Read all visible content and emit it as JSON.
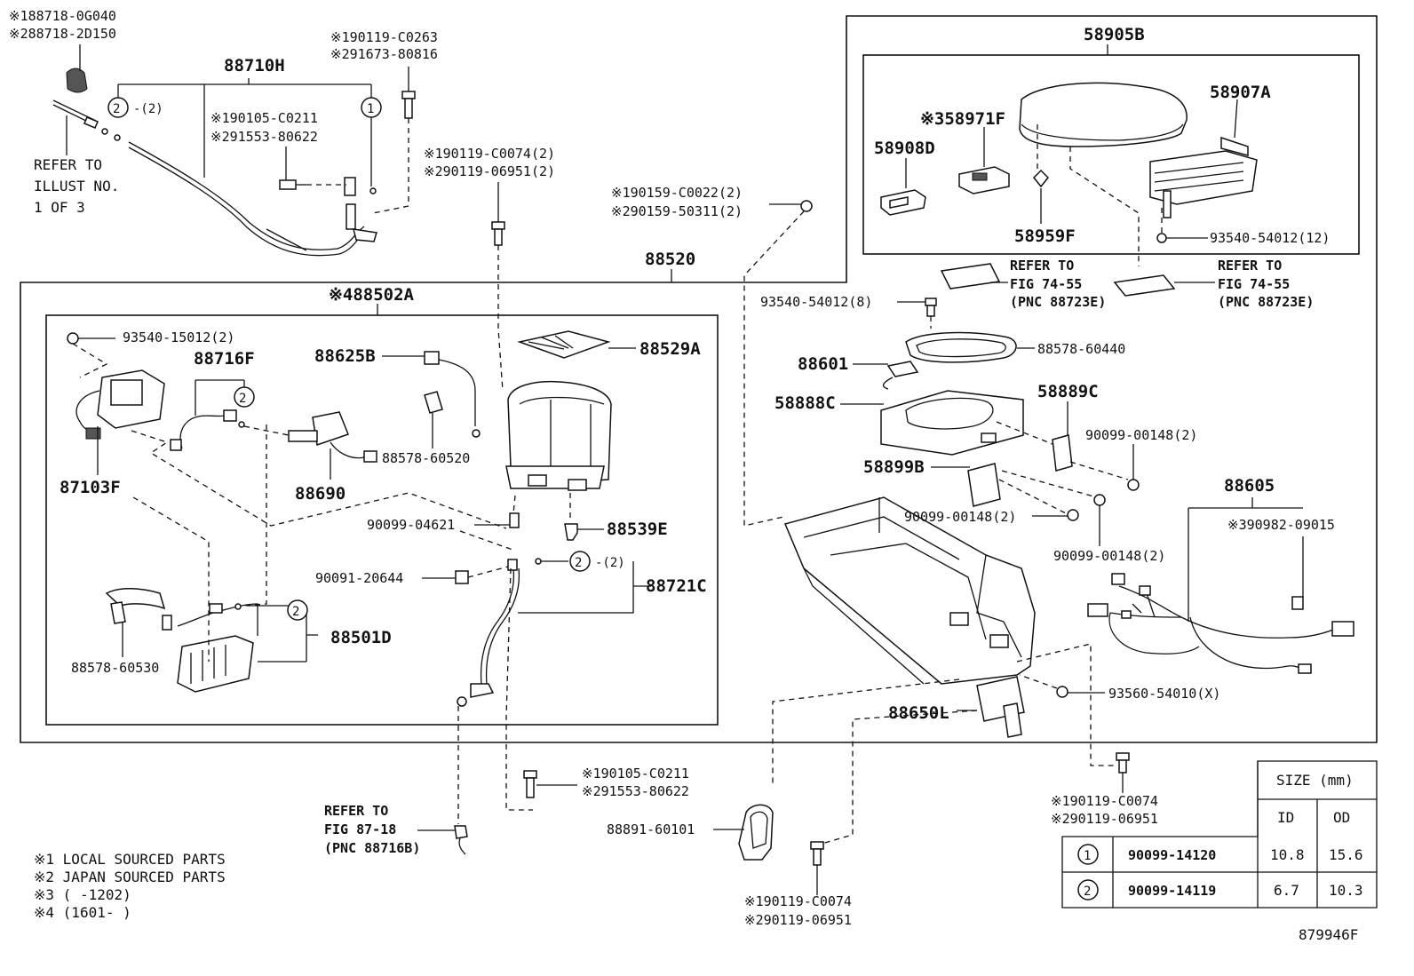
{
  "frame_labels": {
    "p88520": "88520",
    "p88502A": "※488502A",
    "p58905B": "58905B"
  },
  "labels": {
    "p88710H": "88710H",
    "ref_illust_1": "REFER TO",
    "ref_illust_2": "ILLUST NO.",
    "ref_illust_3": "1 OF 3",
    "p188718": "※188718-0G040",
    "p288718": "※288718-2D150",
    "p190119_c0263": "※190119-C0263",
    "p291673": "※291673-80816",
    "p190105_top": "※190105-C0211",
    "p291553_top": "※291553-80622",
    "p190119_c0074_top": "※190119-C0074(2)",
    "p290119_top": "※290119-06951(2)",
    "p190159": "※190159-C0022(2)",
    "p290159": "※290159-50311(2)",
    "circle_2_qty_top": "-(2)",
    "p93540_15012": "93540-15012(2)",
    "p88716F": "88716F",
    "p87103F": "87103F",
    "p88625B": "88625B",
    "p88578_60520": "88578-60520",
    "p88690": "88690",
    "p88529A": "88529A",
    "p90099_04621": "90099-04621",
    "p88539E": "88539E",
    "p90091_20644": "90091-20644",
    "circle_2_qty_mid": "-(2)",
    "p88721C": "88721C",
    "p88501D": "88501D",
    "p88578_60530": "88578-60530",
    "p58971F": "※358971F",
    "p58908D": "58908D",
    "p58959F": "58959F",
    "p58907A": "58907A",
    "p93540_54012_12": "93540-54012(12)",
    "ref_fig74_a_1": "REFER TO",
    "ref_fig74_a_2": "FIG 74-55",
    "ref_fig74_a_3": "(PNC 88723E)",
    "ref_fig74_b_1": "REFER TO",
    "ref_fig74_b_2": "FIG 74-55",
    "ref_fig74_b_3": "(PNC 88723E)",
    "p93540_54012_8": "93540-54012(8)",
    "p88578_60440": "88578-60440",
    "p88601": "88601",
    "p58888C": "58888C",
    "p58889C": "58889C",
    "p90099_00148_a": "90099-00148(2)",
    "p58899B": "58899B",
    "p90099_00148_b": "90099-00148(2)",
    "p90099_00148_c": "90099-00148(2)",
    "p88605": "88605",
    "p390982": "※390982-09015",
    "p93560": "93560-54010(X)",
    "p88650L": "88650L",
    "ref_fig87_1": "REFER TO",
    "ref_fig87_2": "FIG 87-18",
    "ref_fig87_3": "(PNC 88716B)",
    "p190105_bot": "※190105-C0211",
    "p291553_bot": "※291553-80622",
    "p88891": "88891-60101",
    "p190119_bot_a": "※190119-C0074",
    "p290119_bot_a": "※290119-06951",
    "p190119_bot_b": "※190119-C0074",
    "p290119_bot_b": "※290119-06951",
    "circle_1": "1",
    "circle_2": "2"
  },
  "legend": {
    "l1": "※1 LOCAL SOURCED PARTS",
    "l2": "※2 JAPAN SOURCED PARTS",
    "l3": "※3 (      -1202)",
    "l4": "※4 (1601-      )"
  },
  "size_table": {
    "title": "SIZE (mm)",
    "col_id": "ID",
    "col_od": "OD",
    "rows": [
      {
        "mark": "1",
        "part": "90099-14120",
        "id": "10.8",
        "od": "15.6"
      },
      {
        "mark": "2",
        "part": "90099-14119",
        "id": "6.7",
        "od": "10.3"
      }
    ]
  },
  "figure_code": "879946F"
}
